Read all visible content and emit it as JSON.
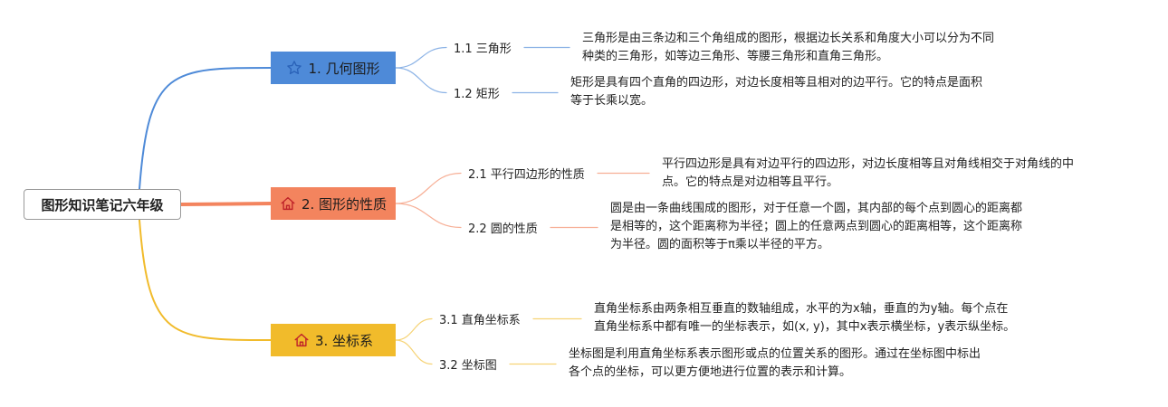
{
  "root": {
    "title": "图形知识笔记六年级"
  },
  "branches": [
    {
      "title": "1. 几何图形",
      "icon": "star-icon",
      "color": "#4e8ad8",
      "children": [
        {
          "label": "1.1 三角形",
          "desc": [
            "三角形是由三条边和三个角组成的图形，根据边长关系和角度大小可以分为不同",
            "种类的三角形，如等边三角形、等腰三角形和直角三角形。"
          ]
        },
        {
          "label": "1.2 矩形",
          "desc": [
            "矩形是具有四个直角的四边形，对边长度相等且相对的边平行。它的特点是面积",
            "等于长乘以宽。"
          ]
        }
      ]
    },
    {
      "title": "2. 图形的性质",
      "icon": "house-icon",
      "color": "#f3845e",
      "children": [
        {
          "label": "2.1 平行四边形的性质",
          "desc": [
            "平行四边形是具有对边平行的四边形，对边长度相等且对角线相交于对角线的中",
            "点。它的特点是对边相等且平行。"
          ]
        },
        {
          "label": "2.2 圆的性质",
          "desc": [
            "圆是由一条曲线围成的图形，对于任意一个圆，其内部的每个点到圆心的距离都",
            "是相等的，这个距离称为半径；圆上的任意两点到圆心的距离相等，这个距离称",
            "为半径。圆的面积等于π乘以半径的平方。"
          ]
        }
      ]
    },
    {
      "title": "3. 坐标系",
      "icon": "house-icon",
      "color": "#f1bb2b",
      "children": [
        {
          "label": "3.1 直角坐标系",
          "desc": [
            "直角坐标系由两条相互垂直的数轴组成，水平的为x轴，垂直的为y轴。每个点在",
            "直角坐标系中都有唯一的坐标表示，如(x, y)，其中x表示横坐标，y表示纵坐标。"
          ]
        },
        {
          "label": "3.2 坐标图",
          "desc": [
            "坐标图是利用直角坐标系表示图形或点的位置关系的图形。通过在坐标图中标出",
            "各个点的坐标，可以更方便地进行位置的表示和计算。"
          ]
        }
      ]
    }
  ]
}
